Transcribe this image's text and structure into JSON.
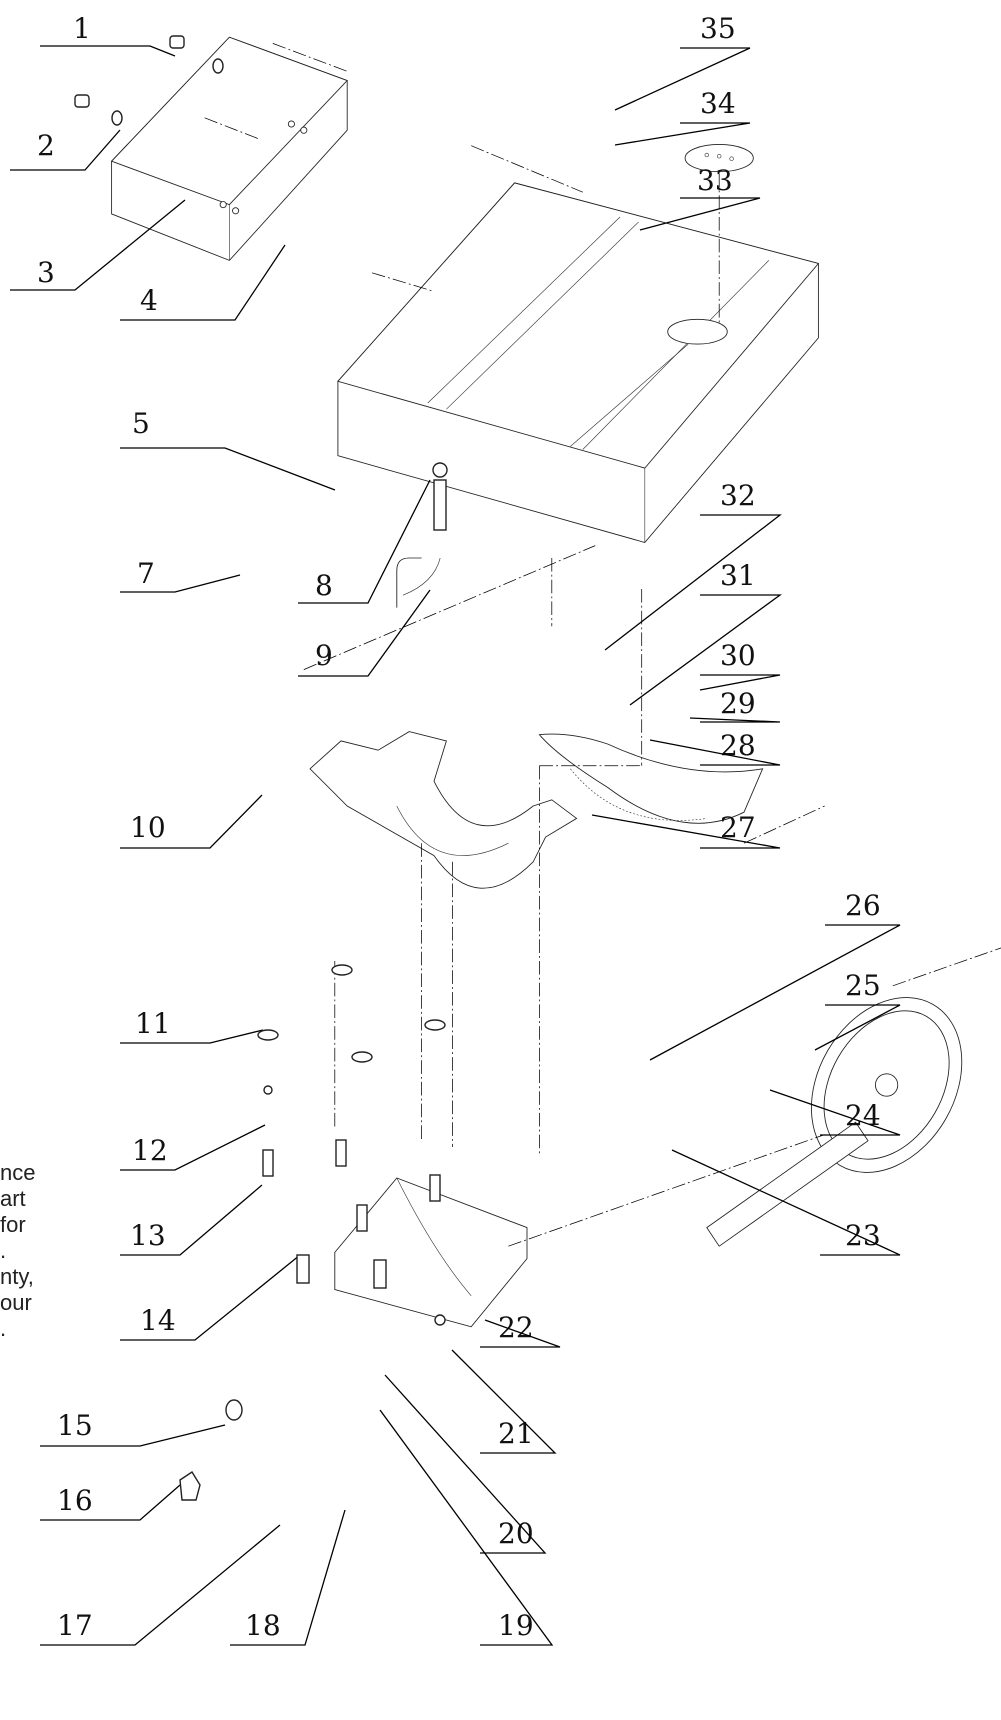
{
  "figure": {
    "side_note_lines": [
      "nce",
      "art",
      "for",
      ".",
      "",
      "nty,",
      "our",
      "."
    ]
  },
  "callouts": [
    {
      "num": "1"
    },
    {
      "num": "2"
    },
    {
      "num": "3"
    },
    {
      "num": "4"
    },
    {
      "num": "5"
    },
    {
      "num": "7"
    },
    {
      "num": "8"
    },
    {
      "num": "9"
    },
    {
      "num": "10"
    },
    {
      "num": "11"
    },
    {
      "num": "12"
    },
    {
      "num": "13"
    },
    {
      "num": "14"
    },
    {
      "num": "15"
    },
    {
      "num": "16"
    },
    {
      "num": "17"
    },
    {
      "num": "18"
    },
    {
      "num": "19"
    },
    {
      "num": "20"
    },
    {
      "num": "21"
    },
    {
      "num": "22"
    },
    {
      "num": "23"
    },
    {
      "num": "24"
    },
    {
      "num": "25"
    },
    {
      "num": "26"
    },
    {
      "num": "27"
    },
    {
      "num": "28"
    },
    {
      "num": "29"
    },
    {
      "num": "30"
    },
    {
      "num": "31"
    },
    {
      "num": "32"
    },
    {
      "num": "33"
    },
    {
      "num": "34"
    },
    {
      "num": "35"
    }
  ]
}
